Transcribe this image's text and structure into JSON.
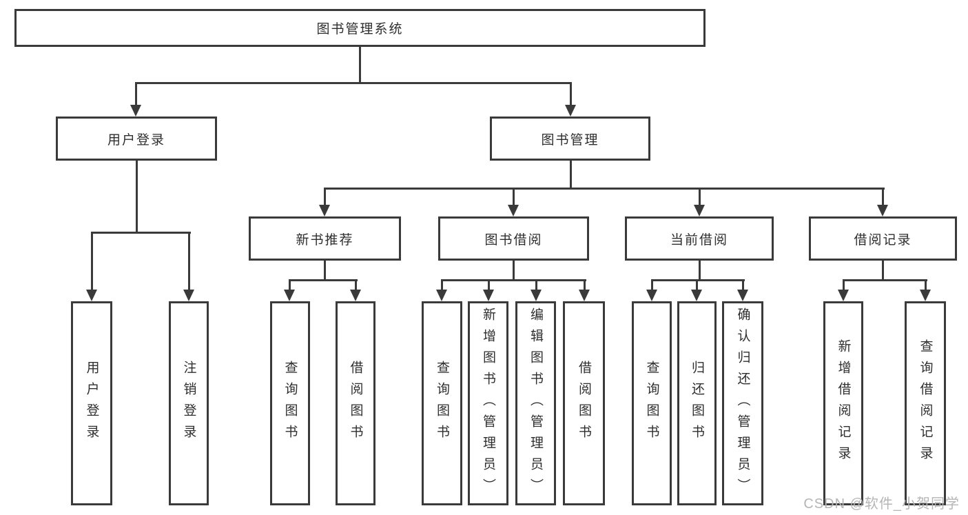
{
  "title": "图书管理系统",
  "tree": {
    "label": "图书管理系统",
    "children": [
      {
        "label": "用户登录",
        "children": [
          {
            "label": "用户登录"
          },
          {
            "label": "注销登录"
          }
        ]
      },
      {
        "label": "图书管理",
        "children": [
          {
            "label": "新书推荐",
            "children": [
              {
                "label": "查询图书"
              },
              {
                "label": "借阅图书"
              }
            ]
          },
          {
            "label": "图书借阅",
            "children": [
              {
                "label": "查询图书"
              },
              {
                "label": "新增图书（管理员）"
              },
              {
                "label": "编辑图书（管理员）"
              },
              {
                "label": "借阅图书"
              }
            ]
          },
          {
            "label": "当前借阅",
            "children": [
              {
                "label": "查询图书"
              },
              {
                "label": "归还图书"
              },
              {
                "label": "确认归还（管理员）"
              }
            ]
          },
          {
            "label": "借阅记录",
            "children": [
              {
                "label": "新增借阅记录"
              },
              {
                "label": "查询借阅记录"
              }
            ]
          }
        ]
      }
    ]
  },
  "watermark": "CSDN @软件_小贺同学",
  "colors": {
    "line": "#3a3a3a",
    "text": "#2e2e2e",
    "background": "#ffffff",
    "watermark": "#b5b5b5"
  }
}
